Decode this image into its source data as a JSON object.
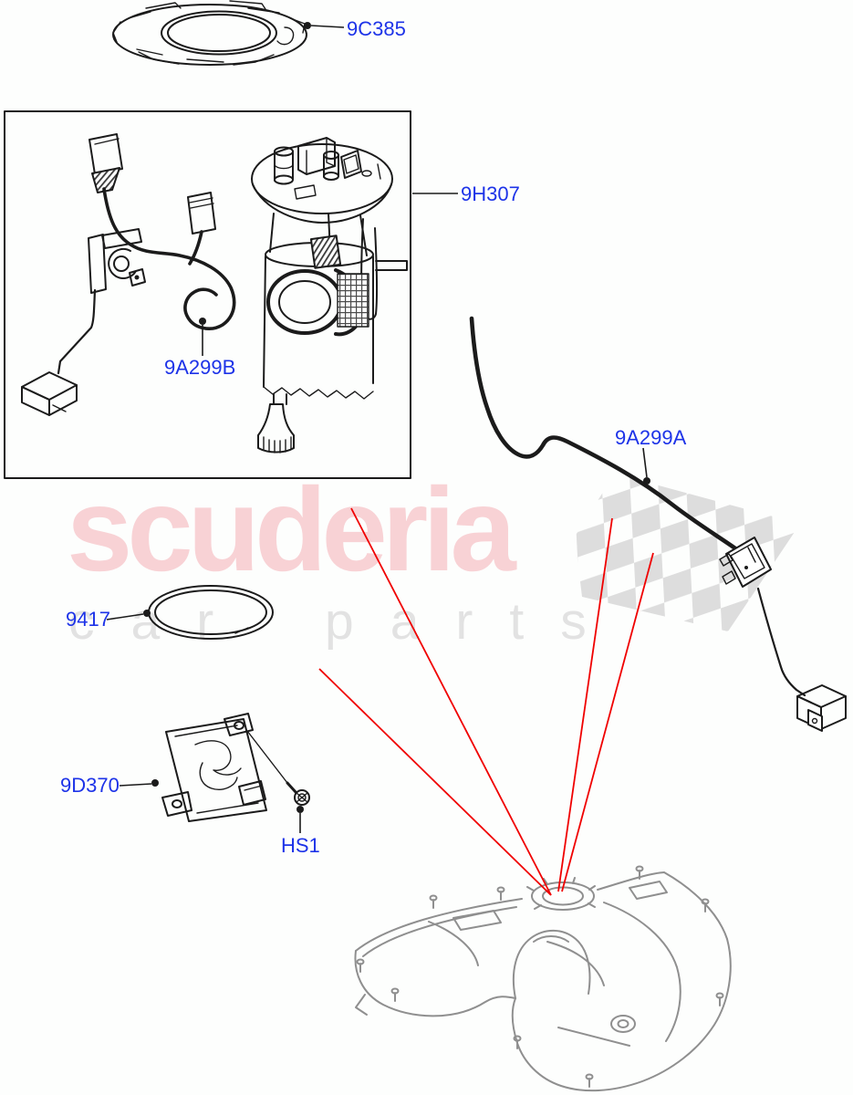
{
  "labels": {
    "ring": "9C385",
    "pump_module": "9H307",
    "sender_harness": "9A299B",
    "sender": "9A299A",
    "oring": "9417",
    "control_module": "9D370",
    "screw": "HS1"
  },
  "watermark": {
    "brand": "scuderia",
    "tagline": "car parts",
    "brand_color": "#f8d2d5",
    "tagline_color": "#e2e2e2"
  },
  "colors": {
    "label_blue": "#1d33e8",
    "accent_red": "#f00000",
    "ink_black": "#1b1b1b",
    "tank_gray": "#8f8f8f",
    "checker_gray": "#d7d7d7",
    "background": "#fdfefd"
  }
}
